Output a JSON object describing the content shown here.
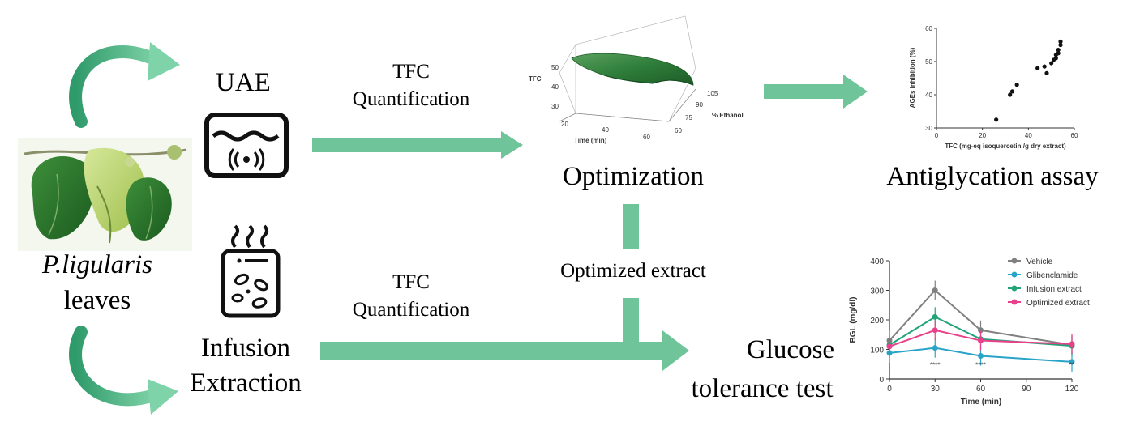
{
  "labels": {
    "uae": "UAE",
    "tfc1_line1": "TFC",
    "tfc1_line2": "Quantification",
    "optimization": "Optimization",
    "antiglycation": "Antiglycation assay",
    "species": "P.ligularis",
    "leaves": "leaves",
    "optimized_extract": "Optimized extract",
    "tfc2_line1": "TFC",
    "tfc2_line2": "Quantification",
    "infusion_line1": "Infusion",
    "infusion_line2": "Extraction",
    "glucose_line1": "Glucose",
    "glucose_line2": "tolerance test"
  },
  "colors": {
    "arrow": "#6fc49a",
    "surface": "#2e7d3a"
  },
  "surface_plot": {
    "zlabel": "TFC",
    "xlabel": "Time (min)",
    "ylabel": "% Ethanol",
    "z_ticks": [
      "50",
      "40",
      "30"
    ],
    "x_ticks": [
      "20",
      "40",
      "60"
    ],
    "y_ticks": [
      "105",
      "90",
      "75",
      "60"
    ]
  },
  "chart_data": [
    {
      "type": "scatter",
      "xlabel": "TFC (mg-eq isoquercetin /g dry extract)",
      "ylabel": "AGEs inhibition (%)",
      "xlim": [
        0,
        60
      ],
      "ylim": [
        30,
        60
      ],
      "x_ticks": [
        0,
        20,
        40,
        60
      ],
      "y_ticks": [
        30,
        40,
        50,
        60
      ],
      "points": [
        [
          26,
          32.5
        ],
        [
          32,
          40
        ],
        [
          33,
          41
        ],
        [
          35,
          43
        ],
        [
          44,
          48
        ],
        [
          47,
          48.5
        ],
        [
          48,
          46.5
        ],
        [
          50,
          49.5
        ],
        [
          51,
          50.5
        ],
        [
          52,
          51
        ],
        [
          52,
          52
        ],
        [
          53,
          52.5
        ],
        [
          53,
          53.5
        ],
        [
          54,
          55
        ],
        [
          54,
          56
        ]
      ]
    },
    {
      "type": "line",
      "xlabel": "Time (min)",
      "ylabel": "BGL (mg/dl)",
      "xlim": [
        0,
        120
      ],
      "ylim": [
        0,
        400
      ],
      "x_ticks": [
        0,
        30,
        60,
        90,
        120
      ],
      "y_ticks": [
        0,
        100,
        200,
        300,
        400
      ],
      "x": [
        0,
        30,
        60,
        120
      ],
      "series": [
        {
          "name": "Vehicle",
          "color": "#808080",
          "values": [
            130,
            300,
            165,
            115
          ]
        },
        {
          "name": "Glibenclamide",
          "color": "#29a3c7",
          "values": [
            88,
            105,
            78,
            58
          ]
        },
        {
          "name": "Infusion extract",
          "color": "#22a37a",
          "values": [
            115,
            210,
            135,
            112
          ]
        },
        {
          "name": "Optimized extract",
          "color": "#e8408a",
          "values": [
            110,
            165,
            130,
            118
          ]
        }
      ],
      "annotations": [
        {
          "x": 30,
          "text": "****"
        },
        {
          "x": 60,
          "text": "****"
        },
        {
          "x": 120,
          "text": "**"
        }
      ]
    }
  ]
}
